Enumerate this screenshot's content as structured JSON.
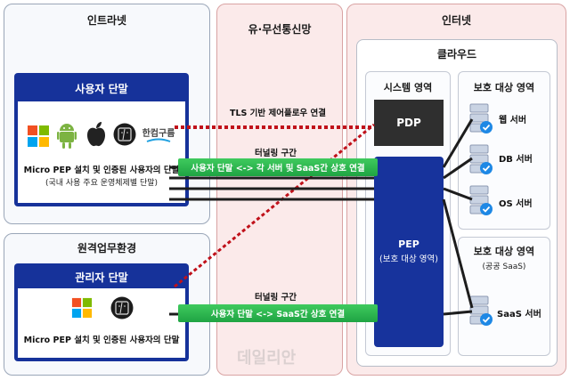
{
  "zones": {
    "intranet": "인트라넷",
    "remote": "원격업무환경",
    "network": "유·무선통신망",
    "internet": "인터넷",
    "cloud": "클라우드"
  },
  "user_terminal": {
    "title": "사용자 단말",
    "caption_main": "Micro PEP 설치 및 인증된 사용자의 단말",
    "caption_sub": "(국내 사용 주요 운영체제별 단말)",
    "os_icons": [
      "windows-icon",
      "android-icon",
      "apple-icon",
      "macos-icon",
      "hancom-gooroom-icon"
    ],
    "hancom_label": "한컴구름"
  },
  "admin_terminal": {
    "title": "관리자 단말",
    "caption_main": "Micro PEP 설치 및 인증된 사용자의 단말",
    "os_icons": [
      "windows-icon",
      "macos-icon"
    ]
  },
  "network_labels": {
    "tls": "TLS 기반 제어플로우 연결",
    "tunnel1_title": "터널링 구간",
    "tunnel1_text": "사용자 단말 <-> 각 서버 및 SaaS간 상호 연결",
    "tunnel2_title": "터널링 구간",
    "tunnel2_text": "사용자 단말 <-> SaaS간 상호 연결"
  },
  "system_area": {
    "title": "시스템 영역",
    "pdp": "PDP",
    "pep": "PEP",
    "pep_sub": "(보호 대상 영역)"
  },
  "protected_area": {
    "title": "보호 대상 영역",
    "servers": [
      "웹 서버",
      "DB 서버",
      "OS 서버"
    ]
  },
  "protected_saas": {
    "title": "보호 대상 영역",
    "sub": "(공공 SaaS)",
    "server": "SaaS 서버"
  },
  "watermark": "데일리안",
  "colors": {
    "panel_blue": "#16329a",
    "tunnel_green": "#2bb24c",
    "pdp_dark": "#2f2f2f",
    "control_red": "#c0111a",
    "zone_red_bg": "#fbeaea"
  }
}
